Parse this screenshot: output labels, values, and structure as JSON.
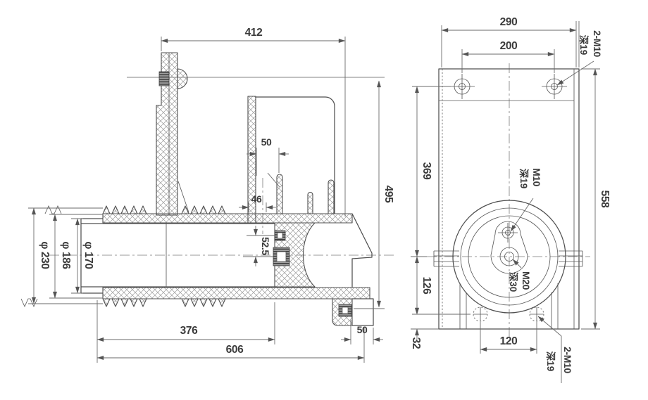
{
  "drawing": {
    "kind": "technical-dimension-drawing",
    "colors": {
      "background": "#ffffff",
      "line": "#4f4f4f",
      "dimension_line": "#6a6a6a",
      "text": "#3b3b3b",
      "hatch": "#9a9a9a"
    },
    "left_view": {
      "name": "sectional-side-view",
      "dimensions": {
        "top_length": "412",
        "overall_height": "495",
        "hood_offset": "50",
        "inner_offset": "46",
        "insert_spacing": "52.5",
        "dia_outer": "φ 230",
        "dia_middle": "φ 186",
        "dia_inner": "φ 170",
        "shed_section_length": "376",
        "total_length": "606",
        "flange_thickness": "50"
      }
    },
    "right_view": {
      "name": "mounting-plate-front-view",
      "dimensions": {
        "plate_width": "290",
        "top_hole_pitch": "200",
        "upper_height": "369",
        "overall_height": "558",
        "lower_height": "126",
        "bottom_margin": "32",
        "bottom_hole_pitch": "120"
      },
      "labels": {
        "top_holes_thread": "2-M10",
        "top_holes_depth": "深19",
        "upper_hole_thread": "M10",
        "upper_hole_depth": "深19",
        "center_hole_thread": "M20",
        "center_hole_depth": "深30",
        "bottom_holes_thread": "2-M10",
        "bottom_holes_depth": "深19"
      }
    }
  }
}
